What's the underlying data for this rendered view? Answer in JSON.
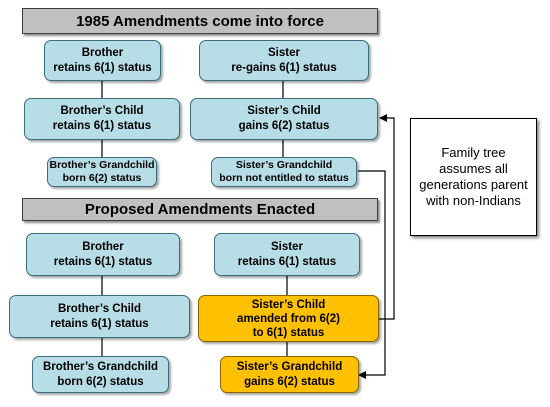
{
  "header_1985": "1985 Amendments come into force",
  "header_proposed": "Proposed Amendments Enacted",
  "boxes_1985": {
    "brother": {
      "title": "Brother",
      "status": "retains 6(1)  status"
    },
    "sister": {
      "title": "Sister",
      "status": "re-gains 6(1) status"
    },
    "brothers_child": {
      "title": "Brother’s Child",
      "status": "retains 6(1) status"
    },
    "sisters_child": {
      "title": "Sister’s Child",
      "status": "gains 6(2) status"
    },
    "brothers_grandchild": {
      "title": "Brother’s Grandchild",
      "status": "born 6(2) status"
    },
    "sisters_grandchild": {
      "title": "Sister’s Grandchild",
      "status": "born not entitled to status"
    }
  },
  "boxes_proposed": {
    "brother": {
      "title": "Brother",
      "status": "retains 6(1) status"
    },
    "sister": {
      "title": "Sister",
      "status": "retains 6(1) status"
    },
    "brothers_child": {
      "title": "Brother’s Child",
      "status": "retains 6(1) status"
    },
    "sisters_child": {
      "title": "Sister’s Child",
      "status": "amended from 6(2)",
      "status_2": "to 6(1) status"
    },
    "brothers_grandchild": {
      "title": "Brother’s Grandchild",
      "status": "born 6(2) status"
    },
    "sisters_grandchild": {
      "title": "Sister’s Grandchild",
      "status": "gains 6(2) status"
    }
  },
  "note": "Family tree assumes all generations parent with non-Indians",
  "colors": {
    "box_fill": "#b7dde6",
    "amended_fill": "#ffc000",
    "header_fill": "#c0c0c0"
  }
}
